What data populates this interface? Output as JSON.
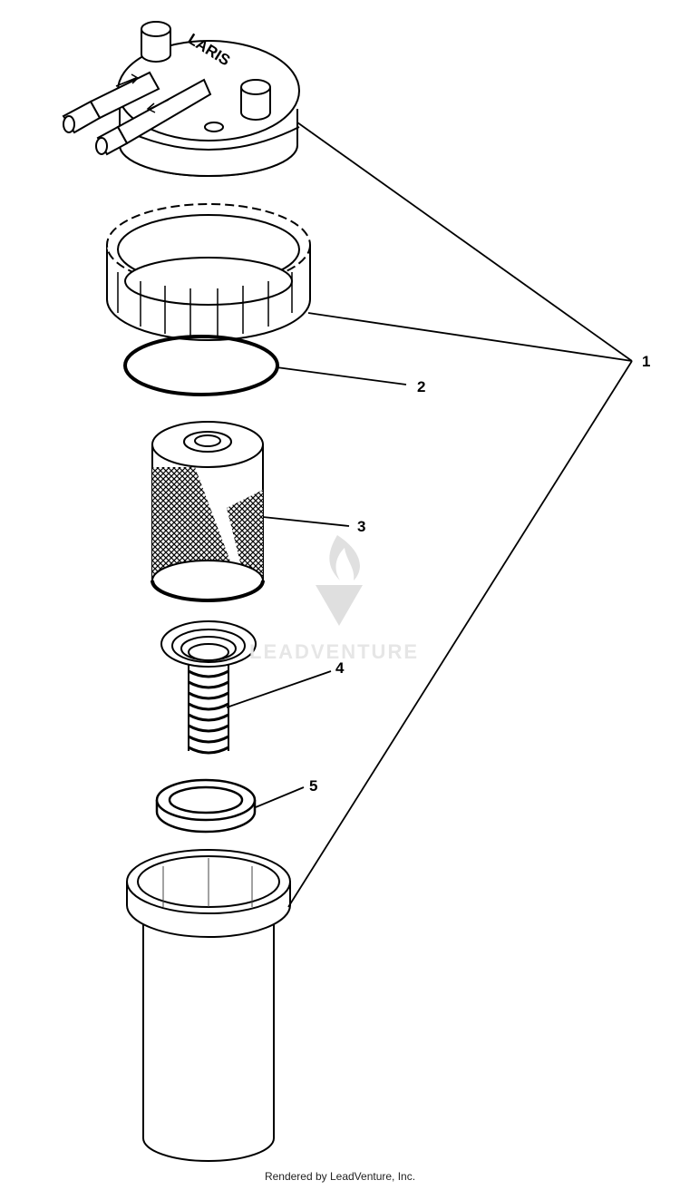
{
  "diagram": {
    "brand_text": "LARIS",
    "callouts": [
      {
        "id": "1",
        "label": "1"
      },
      {
        "id": "2",
        "label": "2"
      },
      {
        "id": "3",
        "label": "3"
      },
      {
        "id": "4",
        "label": "4"
      },
      {
        "id": "5",
        "label": "5"
      }
    ]
  },
  "watermark": {
    "text": "LEADVENTURE",
    "icon": "leadventure-logo-icon"
  },
  "footer": {
    "text": "Rendered by LeadVenture, Inc."
  },
  "colors": {
    "line": "#000000",
    "watermark": "#e6e6e6",
    "background": "#ffffff"
  }
}
